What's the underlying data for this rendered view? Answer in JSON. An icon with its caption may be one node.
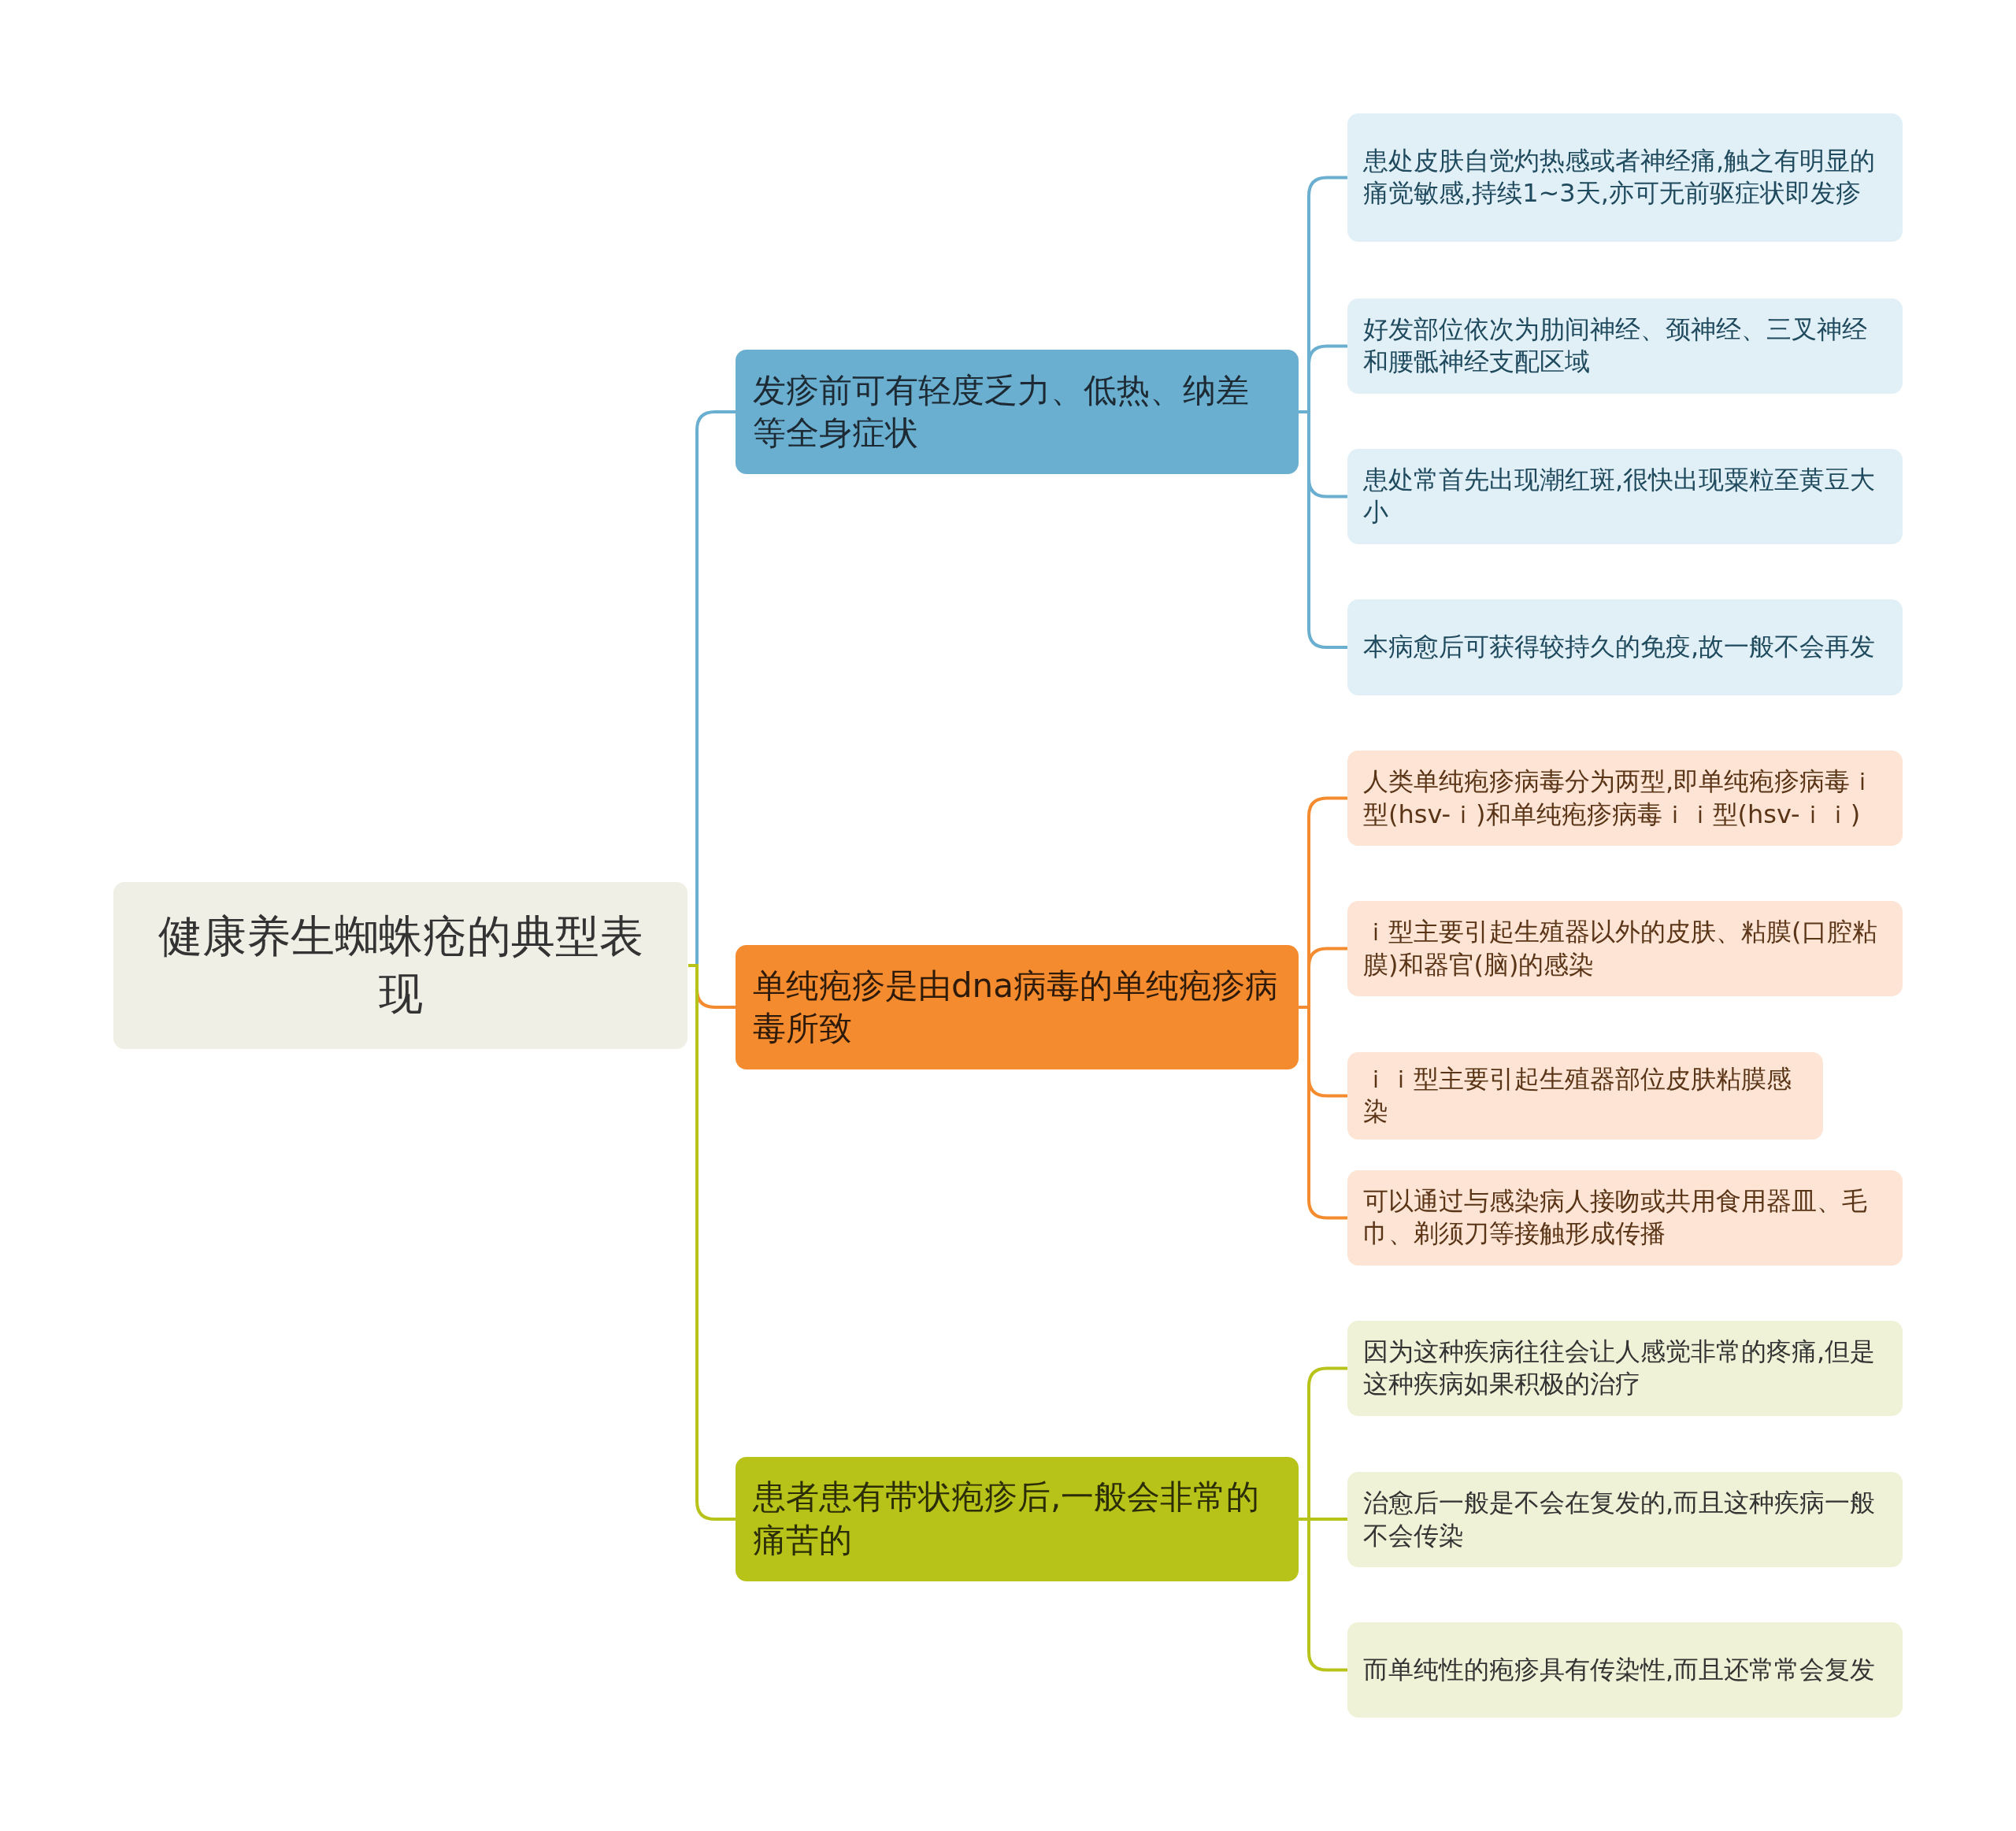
{
  "diagram": {
    "nodes": [
      {
        "text": [
          "健康养生蜘蛛疮的典型表现"
        ]
      },
      {
        "text": [
          "发疹前可有轻度乏力、低热、纳差等全身症状"
        ]
      },
      {
        "text": [
          "患处皮肤自觉灼热感或者神经痛,触之有明显的痛觉敏感,持续1~3天,亦可无前驱症状即发疹"
        ]
      },
      {
        "text": [
          "好发部位依次为肋间神经、颈神经、三叉神经和腰骶神经支配区域"
        ]
      },
      {
        "text": [
          "患处常首先出现潮红斑,很快出现粟粒至黄豆大小"
        ]
      },
      {
        "text": [
          "本病愈后可获得较持久的免疫,故一般不会再发"
        ]
      },
      {
        "text": [
          "单纯疱疹是由dna病毒的单纯疱疹病毒所致"
        ]
      },
      {
        "text": [
          "人类单纯疱疹病毒分为两型,即单纯疱疹病毒ｉ型(hsv-ｉ)和单纯疱疹病毒ｉｉ型(hsv-ｉｉ)"
        ]
      },
      {
        "text": [
          "ｉ型主要引起生殖器以外的皮肤、粘膜(口腔粘膜)和器官(脑)的感染"
        ]
      },
      {
        "text": [
          "ｉｉ型主要引起生殖器部位皮肤粘膜感染"
        ]
      },
      {
        "text": [
          "可以通过与感染病人接吻或共用食用器皿、毛巾、剃须刀等接触形成传播"
        ]
      },
      {
        "text": [
          "患者患有带状疱疹后,一般会非常的痛苦的"
        ]
      },
      {
        "text": [
          "因为这种疾病往往会让人感觉非常的疼痛,但是这种疾病如果积极的治疗"
        ]
      },
      {
        "text": [
          "治愈后一般是不会在复发的,而且这种疾病一般不会传染"
        ]
      },
      {
        "text": [
          "而单纯性的疱疹具有传染性,而且还常常会复发"
        ]
      }
    ],
    "edges": [
      {
        "from": 0,
        "to": 1,
        "arrow": "none",
        "color": "#6aafd0"
      },
      {
        "from": 0,
        "to": 6,
        "arrow": "none",
        "color": "#f58b2f"
      },
      {
        "from": 0,
        "to": 11,
        "arrow": "none",
        "color": "#b8c31a"
      },
      {
        "from": 1,
        "to": 2,
        "arrow": "none",
        "color": "#6aafd0"
      },
      {
        "from": 1,
        "to": 3,
        "arrow": "none",
        "color": "#6aafd0"
      },
      {
        "from": 1,
        "to": 4,
        "arrow": "none",
        "color": "#6aafd0"
      },
      {
        "from": 1,
        "to": 5,
        "arrow": "none",
        "color": "#6aafd0"
      },
      {
        "from": 6,
        "to": 7,
        "arrow": "none",
        "color": "#f58b2f"
      },
      {
        "from": 6,
        "to": 8,
        "arrow": "none",
        "color": "#f58b2f"
      },
      {
        "from": 6,
        "to": 9,
        "arrow": "none",
        "color": "#f58b2f"
      },
      {
        "from": 6,
        "to": 10,
        "arrow": "none",
        "color": "#f58b2f"
      },
      {
        "from": 11,
        "to": 12,
        "arrow": "none",
        "color": "#b8c31a"
      },
      {
        "from": 11,
        "to": 13,
        "arrow": "none",
        "color": "#b8c31a"
      },
      {
        "from": 11,
        "to": 14,
        "arrow": "none",
        "color": "#b8c31a"
      }
    ]
  }
}
